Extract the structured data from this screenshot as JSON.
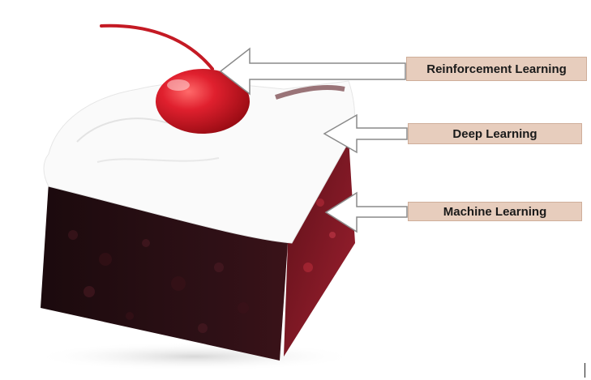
{
  "labels": {
    "reinforcement": "Reinforcement Learning",
    "deep": "Deep Learning",
    "machine": "Machine Learning"
  },
  "colors": {
    "label_bg": "#e7cdbd",
    "cherry": "#d4202e",
    "cream": "#fbfbfb",
    "cake": "#2a0f14",
    "cake_red": "#7a1420"
  },
  "image": {
    "subject": "cake-slice-with-cherry"
  }
}
